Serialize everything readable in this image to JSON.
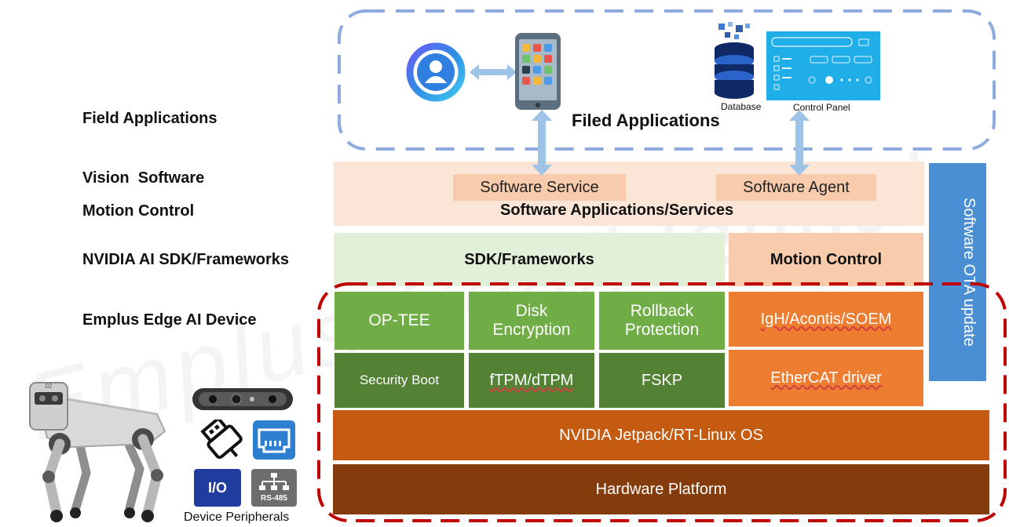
{
  "left_labels": {
    "field_applications": "Field Applications",
    "vision_software": "Vision  Software",
    "motion_control": "Motion Control",
    "nvidia_sdk": "NVIDIA AI SDK/Frameworks",
    "edge_device": "Emplus Edge AI Device"
  },
  "field_apps": {
    "title": "Filed Applications",
    "database_label": "Database",
    "control_panel_label": "Control Panel"
  },
  "software_layer": {
    "service": "Software Service",
    "agent": "Software Agent",
    "title": "Software Applications/Services"
  },
  "ota": {
    "label": "Software OTA update"
  },
  "sdk_row": {
    "sdk": "SDK/Frameworks",
    "motion": "Motion Control"
  },
  "security": {
    "op_tee": "OP-TEE",
    "disk_line1": "Disk",
    "disk_line2": "Encryption",
    "rollback_line1": "Rollback",
    "rollback_line2": "Protection",
    "security_boot": "Security Boot",
    "ftpm": "fTPM/dTPM",
    "fskp": "FSKP"
  },
  "motion_stack": {
    "igh": "IgH/Acontis/SOEM",
    "ethercat": "EtherCAT driver"
  },
  "os_layer": {
    "label": "NVIDIA Jetpack/RT-Linux OS"
  },
  "hw_layer": {
    "label": "Hardware Platform"
  },
  "peripherals": {
    "label": "Device Peripherals",
    "io": "I/O",
    "rs485": "RS-485"
  },
  "watermark": "Emplus Confidential",
  "colors": {
    "peach": "#fbe5d6",
    "peach_dark": "#f8cbad",
    "light_green": "#e2f0d9",
    "green": "#71ad47",
    "dark_green": "#548235",
    "orange": "#ed7d31",
    "brown_orange": "#c55a11",
    "brown": "#843c0c",
    "blue": "#4a8fd3",
    "red_dash": "#c00000",
    "blue_dash": "#8faadc"
  },
  "icons": [
    "user-avatar-icon",
    "smartphone-icon",
    "database-icon",
    "control-panel-icon",
    "robot-dog-icon",
    "camera-icon",
    "usb-icon",
    "ethernet-icon",
    "io-icon",
    "rs485-icon"
  ]
}
